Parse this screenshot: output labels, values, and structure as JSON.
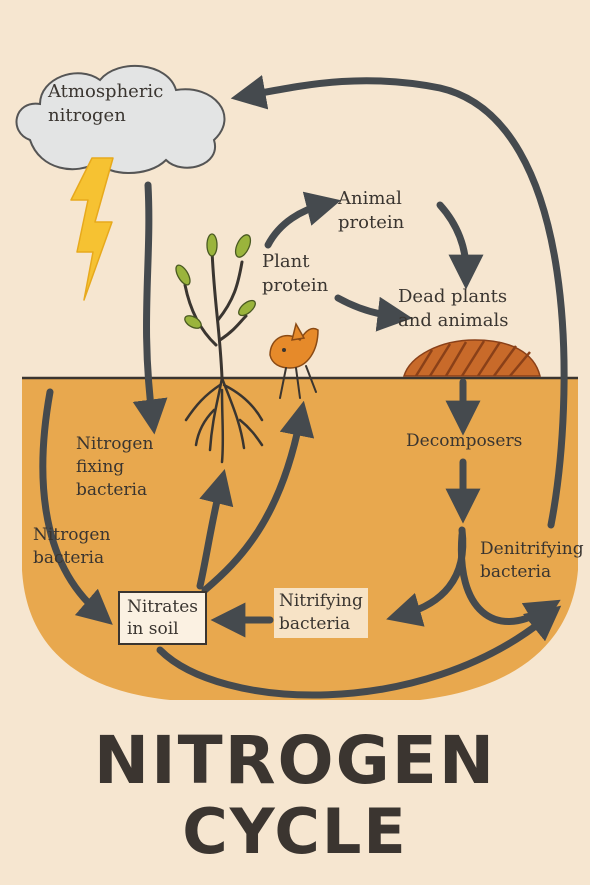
{
  "labels": {
    "atmospheric_nitrogen": "Atmospheric\nnitrogen",
    "animal_protein": "Animal\nprotein",
    "plant_protein": "Plant\nprotein",
    "dead_plants_animals": "Dead plants\nand animals",
    "nitrogen_fixing_bacteria": "Nitrogen\nfixing\nbacteria",
    "decomposers": "Decomposers",
    "nitrogen_bacteria": "Nitrogen\nbacteria",
    "denitrifying_bacteria": "Denitrifying\nbacteria",
    "nitrifying_bacteria": "Nitrifying\nbacteria",
    "nitrates_in_soil": "Nitrates\nin soil"
  },
  "title": {
    "line1": "NITROGEN",
    "line2": "CYCLE"
  },
  "colors": {
    "background": "#f6e6d0",
    "soil": "#e8a84e",
    "arrow": "#454a4e",
    "lightning": "#f6c232",
    "cloud": "#e3e4e4",
    "mound": "#c86a2a",
    "animal": "#e68a2a",
    "leaf": "#9ab43c"
  }
}
